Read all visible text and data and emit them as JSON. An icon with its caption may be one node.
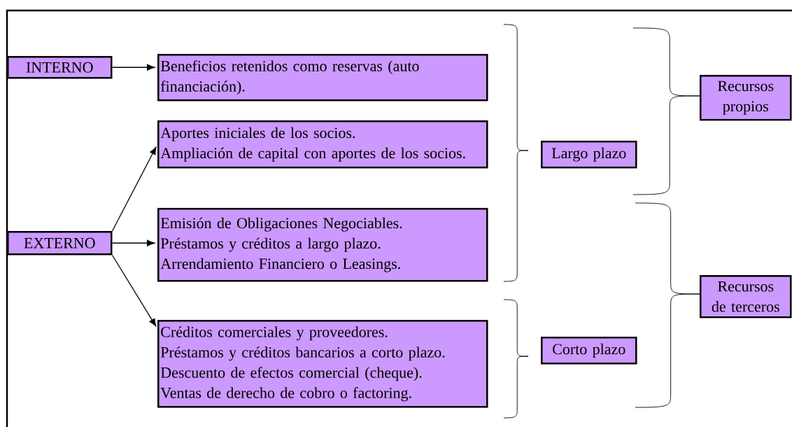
{
  "diagram": {
    "nodes": [
      {
        "text": [
          "INTERNO"
        ]
      },
      {
        "text": [
          "Beneficios retenidos como reservas (auto financiación)."
        ]
      },
      {
        "text": [
          "Aportes iniciales de los socios.",
          "Ampliación de capital con aportes de los socios."
        ]
      },
      {
        "text": [
          "EXTERNO"
        ]
      },
      {
        "text": [
          "Emisión de Obligaciones Negociables.",
          "Préstamos y créditos a largo plazo.",
          "Arrendamiento Financiero o Leasings."
        ]
      },
      {
        "text": [
          "Créditos comerciales y proveedores.",
          "Préstamos y créditos bancarios a corto plazo.",
          "Descuento de efectos comercial (cheque).",
          "Ventas de derecho de cobro o factoring."
        ]
      },
      {
        "text": [
          "Largo plazo"
        ]
      },
      {
        "text": [
          "Corto plazo"
        ]
      },
      {
        "text": [
          "Recursos propios"
        ]
      },
      {
        "text": [
          "Recursos de terceros"
        ]
      }
    ],
    "edges": [
      {
        "from": 0,
        "to": 1,
        "arrow": "to"
      },
      {
        "from": 3,
        "to": 2,
        "arrow": "to"
      },
      {
        "from": 3,
        "to": 4,
        "arrow": "to"
      },
      {
        "from": 3,
        "to": 5,
        "arrow": "to"
      }
    ]
  }
}
